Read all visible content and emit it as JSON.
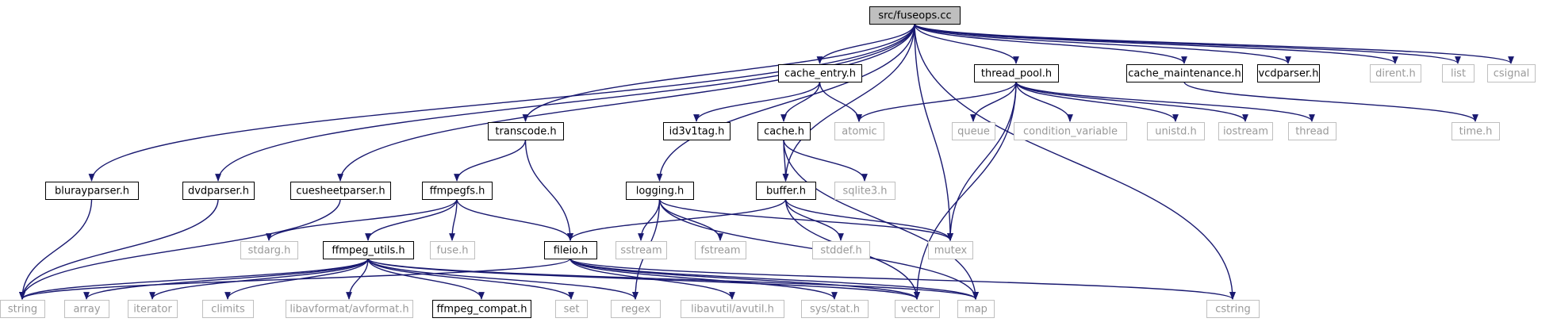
{
  "graph_title": "src/fuseops.cc",
  "colors": {
    "edge": "#191970",
    "border_local": "#000000",
    "border_system": "#bfbfbf",
    "text_local": "#000000",
    "text_system": "#999999",
    "root_fill": "#bfbfbf"
  },
  "nodes": [
    {
      "id": "root",
      "label": "src/fuseops.cc",
      "kind": "root"
    },
    {
      "id": "cache_entry",
      "label": "cache_entry.h",
      "kind": "local"
    },
    {
      "id": "thread_pool",
      "label": "thread_pool.h",
      "kind": "local"
    },
    {
      "id": "cache_maintenance",
      "label": "cache_maintenance.h",
      "kind": "local"
    },
    {
      "id": "vcdparser",
      "label": "vcdparser.h",
      "kind": "local"
    },
    {
      "id": "dirent",
      "label": "dirent.h",
      "kind": "system"
    },
    {
      "id": "list",
      "label": "list",
      "kind": "system"
    },
    {
      "id": "csignal",
      "label": "csignal",
      "kind": "system"
    },
    {
      "id": "transcode",
      "label": "transcode.h",
      "kind": "local"
    },
    {
      "id": "id3v1tag",
      "label": "id3v1tag.h",
      "kind": "local"
    },
    {
      "id": "cache",
      "label": "cache.h",
      "kind": "local"
    },
    {
      "id": "atomic",
      "label": "atomic",
      "kind": "system"
    },
    {
      "id": "queue",
      "label": "queue",
      "kind": "system"
    },
    {
      "id": "condition_variable",
      "label": "condition_variable",
      "kind": "system"
    },
    {
      "id": "unistd",
      "label": "unistd.h",
      "kind": "system"
    },
    {
      "id": "iostream",
      "label": "iostream",
      "kind": "system"
    },
    {
      "id": "thread",
      "label": "thread",
      "kind": "system"
    },
    {
      "id": "time",
      "label": "time.h",
      "kind": "system"
    },
    {
      "id": "bluray",
      "label": "blurayparser.h",
      "kind": "local"
    },
    {
      "id": "dvdparser",
      "label": "dvdparser.h",
      "kind": "local"
    },
    {
      "id": "cuesheet",
      "label": "cuesheetparser.h",
      "kind": "local"
    },
    {
      "id": "ffmpegfs",
      "label": "ffmpegfs.h",
      "kind": "local"
    },
    {
      "id": "logging",
      "label": "logging.h",
      "kind": "local"
    },
    {
      "id": "buffer",
      "label": "buffer.h",
      "kind": "local"
    },
    {
      "id": "sqlite3",
      "label": "sqlite3.h",
      "kind": "system"
    },
    {
      "id": "stdarg",
      "label": "stdarg.h",
      "kind": "system"
    },
    {
      "id": "ffmpeg_utils",
      "label": "ffmpeg_utils.h",
      "kind": "local"
    },
    {
      "id": "fuse",
      "label": "fuse.h",
      "kind": "system"
    },
    {
      "id": "fileio",
      "label": "fileio.h",
      "kind": "local"
    },
    {
      "id": "sstream",
      "label": "sstream",
      "kind": "system"
    },
    {
      "id": "fstream",
      "label": "fstream",
      "kind": "system"
    },
    {
      "id": "stddef",
      "label": "stddef.h",
      "kind": "system"
    },
    {
      "id": "mutex",
      "label": "mutex",
      "kind": "system"
    },
    {
      "id": "string",
      "label": "string",
      "kind": "system"
    },
    {
      "id": "array",
      "label": "array",
      "kind": "system"
    },
    {
      "id": "iterator",
      "label": "iterator",
      "kind": "system"
    },
    {
      "id": "climits",
      "label": "climits",
      "kind": "system"
    },
    {
      "id": "avformat",
      "label": "libavformat/avformat.h",
      "kind": "system"
    },
    {
      "id": "ffmpeg_compat",
      "label": "ffmpeg_compat.h",
      "kind": "local"
    },
    {
      "id": "set",
      "label": "set",
      "kind": "system"
    },
    {
      "id": "regex",
      "label": "regex",
      "kind": "system"
    },
    {
      "id": "avutil",
      "label": "libavutil/avutil.h",
      "kind": "system"
    },
    {
      "id": "sysstat",
      "label": "sys/stat.h",
      "kind": "system"
    },
    {
      "id": "vector",
      "label": "vector",
      "kind": "system"
    },
    {
      "id": "map",
      "label": "map",
      "kind": "system"
    },
    {
      "id": "cstring",
      "label": "cstring",
      "kind": "system"
    }
  ],
  "edges": [
    [
      "root",
      "cache_entry"
    ],
    [
      "root",
      "thread_pool"
    ],
    [
      "root",
      "cache_maintenance"
    ],
    [
      "root",
      "vcdparser"
    ],
    [
      "root",
      "dirent"
    ],
    [
      "root",
      "list"
    ],
    [
      "root",
      "csignal"
    ],
    [
      "root",
      "transcode"
    ],
    [
      "root",
      "bluray"
    ],
    [
      "root",
      "dvdparser"
    ],
    [
      "root",
      "cuesheet"
    ],
    [
      "root",
      "logging"
    ],
    [
      "root",
      "buffer"
    ],
    [
      "root",
      "mutex"
    ],
    [
      "root",
      "cstring"
    ],
    [
      "cache_entry",
      "id3v1tag"
    ],
    [
      "cache_entry",
      "cache"
    ],
    [
      "cache_entry",
      "atomic"
    ],
    [
      "cache",
      "buffer"
    ],
    [
      "cache",
      "sqlite3"
    ],
    [
      "cache",
      "map"
    ],
    [
      "thread_pool",
      "atomic"
    ],
    [
      "thread_pool",
      "queue"
    ],
    [
      "thread_pool",
      "condition_variable"
    ],
    [
      "thread_pool",
      "unistd"
    ],
    [
      "thread_pool",
      "iostream"
    ],
    [
      "thread_pool",
      "thread"
    ],
    [
      "thread_pool",
      "mutex"
    ],
    [
      "thread_pool",
      "vector"
    ],
    [
      "cache_maintenance",
      "time"
    ],
    [
      "transcode",
      "ffmpegfs"
    ],
    [
      "transcode",
      "fileio"
    ],
    [
      "ffmpegfs",
      "stdarg"
    ],
    [
      "ffmpegfs",
      "ffmpeg_utils"
    ],
    [
      "ffmpegfs",
      "fuse"
    ],
    [
      "ffmpegfs",
      "fileio"
    ],
    [
      "bluray",
      "string"
    ],
    [
      "dvdparser",
      "string"
    ],
    [
      "cuesheet",
      "string"
    ],
    [
      "logging",
      "sstream"
    ],
    [
      "logging",
      "fstream"
    ],
    [
      "logging",
      "mutex"
    ],
    [
      "logging",
      "regex"
    ],
    [
      "logging",
      "map"
    ],
    [
      "buffer",
      "fileio"
    ],
    [
      "buffer",
      "stddef"
    ],
    [
      "buffer",
      "mutex"
    ],
    [
      "buffer",
      "vector"
    ],
    [
      "ffmpeg_utils",
      "string"
    ],
    [
      "ffmpeg_utils",
      "array"
    ],
    [
      "ffmpeg_utils",
      "iterator"
    ],
    [
      "ffmpeg_utils",
      "climits"
    ],
    [
      "ffmpeg_utils",
      "avformat"
    ],
    [
      "ffmpeg_utils",
      "ffmpeg_compat"
    ],
    [
      "ffmpeg_utils",
      "set"
    ],
    [
      "ffmpeg_utils",
      "regex"
    ],
    [
      "ffmpeg_utils",
      "vector"
    ],
    [
      "ffmpeg_utils",
      "map"
    ],
    [
      "fileio",
      "string"
    ],
    [
      "fileio",
      "avutil"
    ],
    [
      "fileio",
      "sysstat"
    ],
    [
      "fileio",
      "vector"
    ],
    [
      "fileio",
      "map"
    ],
    [
      "fileio",
      "cstring"
    ]
  ]
}
